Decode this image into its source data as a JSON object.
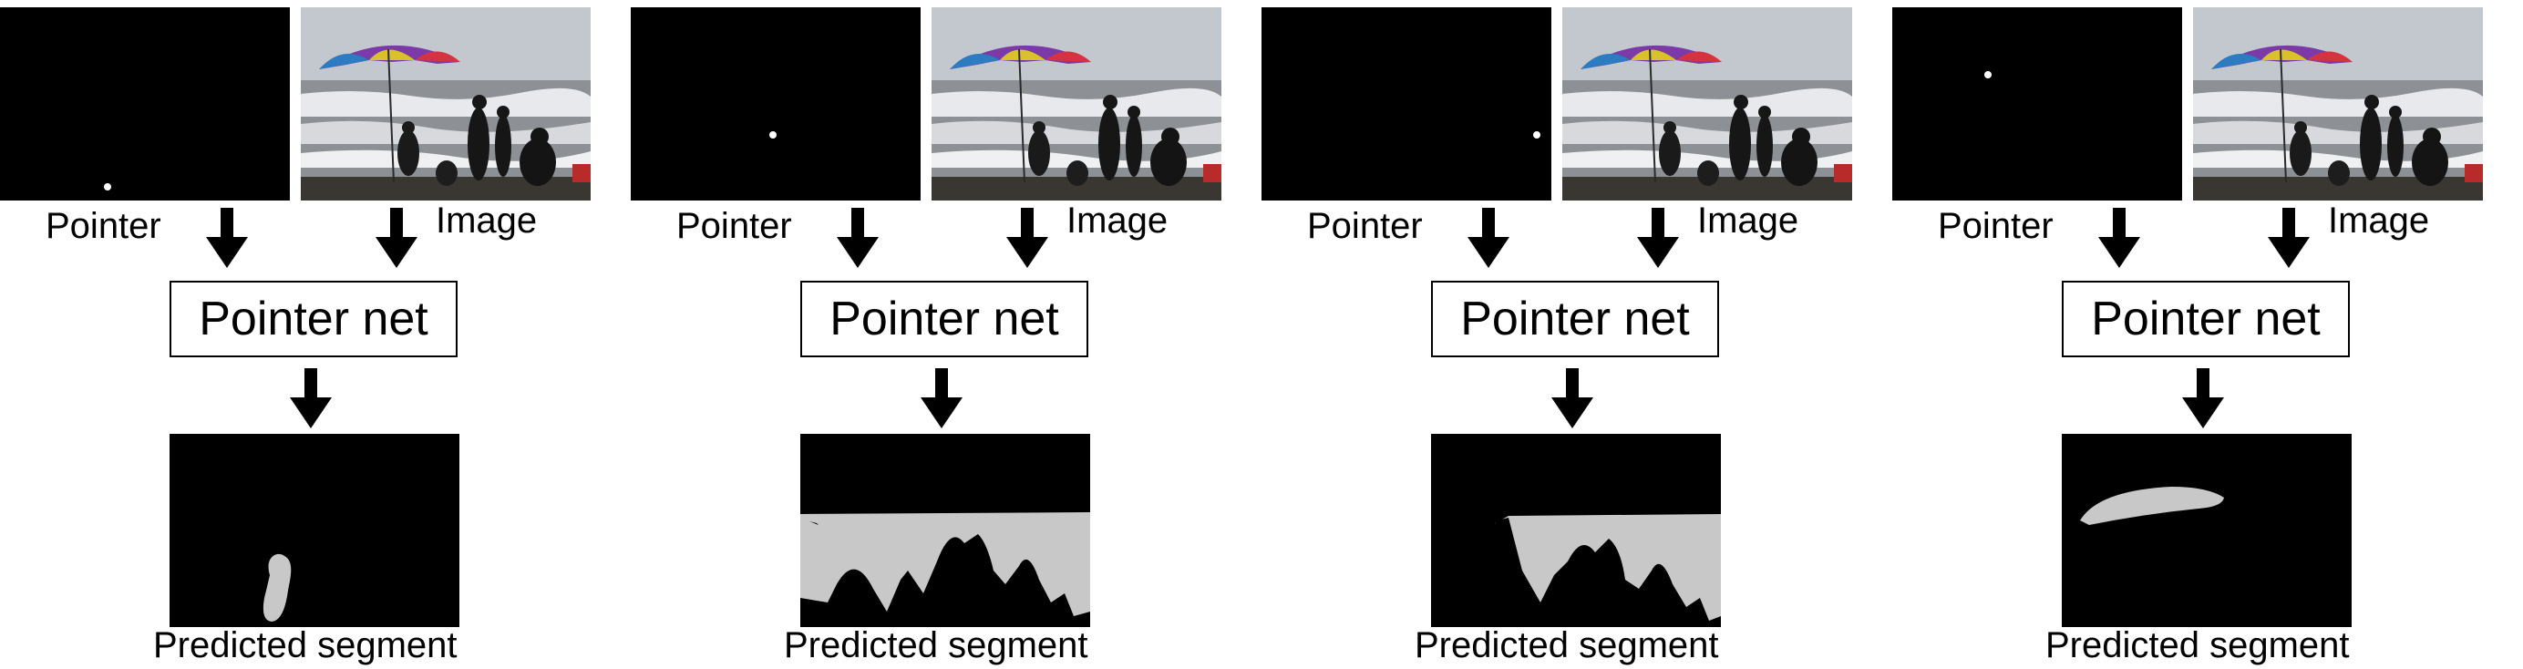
{
  "labels": {
    "pointer": "Pointer",
    "image": "Image",
    "net": "Pointer net",
    "output": "Predicted segment"
  },
  "colors": {
    "mask_background": "#000000",
    "segment_fill": "#c8c8c8",
    "pointer_dot": "#ffffff"
  },
  "panels": [
    {
      "pointer_point": [
        0.37,
        0.93
      ],
      "segment": "person-small"
    },
    {
      "pointer_point": [
        0.49,
        0.66
      ],
      "segment": "sea-lower"
    },
    {
      "pointer_point": [
        0.95,
        0.66
      ],
      "segment": "sea-partial"
    },
    {
      "pointer_point": [
        0.33,
        0.35
      ],
      "segment": "umbrella"
    }
  ]
}
